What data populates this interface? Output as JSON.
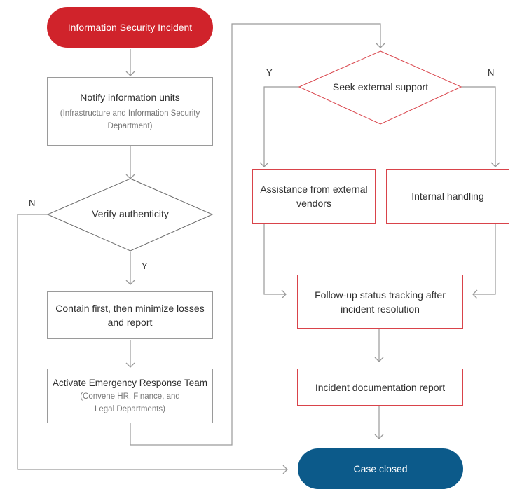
{
  "nodes": {
    "start": "Information Security Incident",
    "notify": "Notify information units",
    "notify_sub": "(Infrastructure and Information Security Department)",
    "verify": "Verify authenticity",
    "contain": "Contain first, then minimize losses and report",
    "activate": "Activate Emergency Response Team",
    "activate_sub": "(Convene HR, Finance, and Legal Departments)",
    "seek": "Seek external support",
    "external": "Assistance from external vendors",
    "internal": "Internal handling",
    "followup": "Follow-up status tracking after incident resolution",
    "report": "Incident documentation report",
    "closed": "Case closed"
  },
  "labels": {
    "verify_no": "N",
    "verify_yes": "Y",
    "seek_yes": "Y",
    "seek_no": "N"
  },
  "colors": {
    "start_fill": "#d0232b",
    "end_fill": "#0c5a8a",
    "accent_border": "#d9434a",
    "line": "#9a9a9a"
  }
}
